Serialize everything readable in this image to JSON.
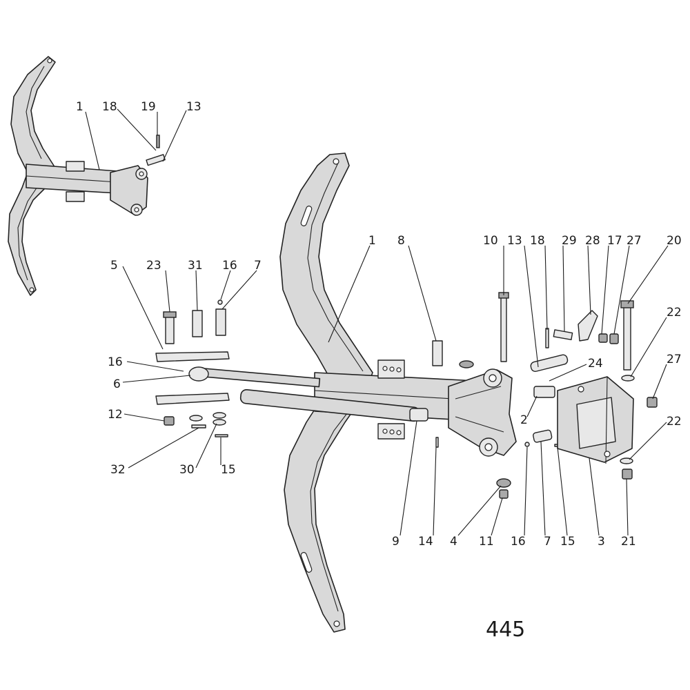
{
  "page_number": "445",
  "colors": {
    "line": "#222222",
    "part_fill": "#d9d9d9",
    "background": "#ffffff"
  },
  "detail_view": {
    "callouts": [
      {
        "id": "d1",
        "label": "1"
      },
      {
        "id": "d18",
        "label": "18"
      },
      {
        "id": "d19",
        "label": "19"
      },
      {
        "id": "d13",
        "label": "13"
      }
    ]
  },
  "main_view": {
    "callouts": [
      {
        "id": "c1",
        "label": "1"
      },
      {
        "id": "c8",
        "label": "8"
      },
      {
        "id": "c10",
        "label": "10"
      },
      {
        "id": "c13",
        "label": "13"
      },
      {
        "id": "c18",
        "label": "18"
      },
      {
        "id": "c29",
        "label": "29"
      },
      {
        "id": "c28",
        "label": "28"
      },
      {
        "id": "c17",
        "label": "17"
      },
      {
        "id": "c27a",
        "label": "27"
      },
      {
        "id": "c20",
        "label": "20"
      },
      {
        "id": "c22a",
        "label": "22"
      },
      {
        "id": "c27b",
        "label": "27"
      },
      {
        "id": "c24",
        "label": "24"
      },
      {
        "id": "c2",
        "label": "2"
      },
      {
        "id": "c22b",
        "label": "22"
      },
      {
        "id": "c5",
        "label": "5"
      },
      {
        "id": "c23",
        "label": "23"
      },
      {
        "id": "c31",
        "label": "31"
      },
      {
        "id": "c16a",
        "label": "16"
      },
      {
        "id": "c7a",
        "label": "7"
      },
      {
        "id": "c16b",
        "label": "16"
      },
      {
        "id": "c6",
        "label": "6"
      },
      {
        "id": "c12",
        "label": "12"
      },
      {
        "id": "c32",
        "label": "32"
      },
      {
        "id": "c30",
        "label": "30"
      },
      {
        "id": "c15a",
        "label": "15"
      },
      {
        "id": "c9",
        "label": "9"
      },
      {
        "id": "c14",
        "label": "14"
      },
      {
        "id": "c4",
        "label": "4"
      },
      {
        "id": "c11",
        "label": "11"
      },
      {
        "id": "c16c",
        "label": "16"
      },
      {
        "id": "c7b",
        "label": "7"
      },
      {
        "id": "c15b",
        "label": "15"
      },
      {
        "id": "c3",
        "label": "3"
      },
      {
        "id": "c21",
        "label": "21"
      }
    ]
  }
}
